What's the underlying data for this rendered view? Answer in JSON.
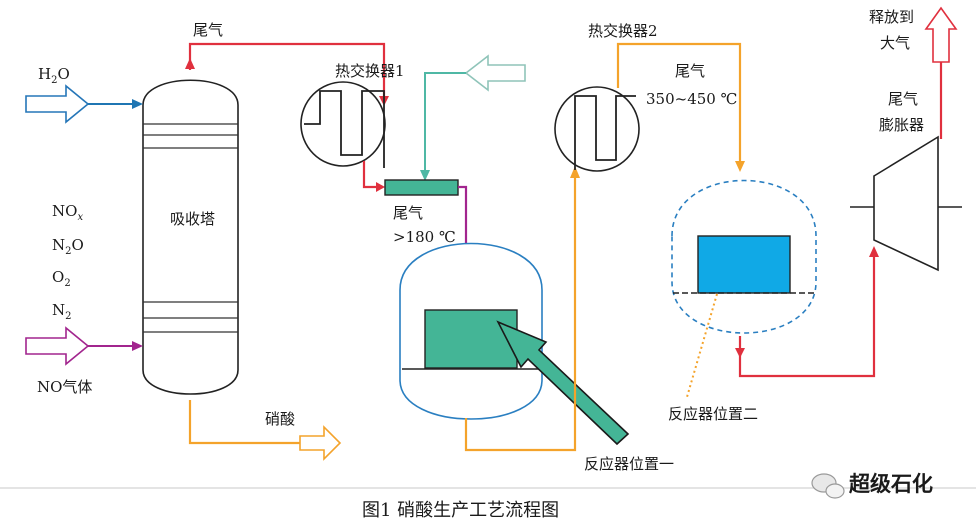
{
  "colors": {
    "red": "#e0303e",
    "orange": "#f4a32b",
    "purple": "#a2258e",
    "blue": "#1f76b3",
    "teal": "#4fb8a5",
    "reactor_block_1": "#44b596",
    "reactor_block_2": "#10a9e6",
    "dashed_outline": "#2a7fc1",
    "arrow_blue": "#2576b8",
    "arrow_purple": "#a2258e",
    "arrow_orange": "#f4a32b",
    "arrow_gray": "#8fc4b9",
    "arrow_red": "#e0303e"
  },
  "labels": {
    "tail_gas_top": "尾气",
    "h2o_main": "H",
    "h2o_sub": "2",
    "h2o_tail": "O",
    "heat_exchanger_1": "热交换器1",
    "absorber": "吸收塔",
    "nox_main": "NO",
    "nox_sub": "x",
    "n2o_pre": "N",
    "n2o_sub": "2",
    "n2o_post": "O",
    "o2_main": "O",
    "o2_sub": "2",
    "n2_main": "N",
    "n2_sub": "2",
    "no_gas": "NO气体",
    "nitric_acid": "硝酸",
    "tail_gas_mid": "尾气",
    "temp_180": ">180 ℃",
    "reactor_position_1": "反应器位置一",
    "heat_exchanger_2": "热交换器2",
    "tail_gas_right": "尾气",
    "temp_350_450": "350~450 ℃",
    "reactor_position_2": "反应器位置二",
    "release_line1": "释放到",
    "release_line2": "大气",
    "expander_line1": "尾气",
    "expander_line2": "膨胀器",
    "caption": "图1    硝酸生产工艺流程图",
    "watermark": "超级石化"
  },
  "icons": {
    "watermark_logo": "wechat-icon"
  }
}
